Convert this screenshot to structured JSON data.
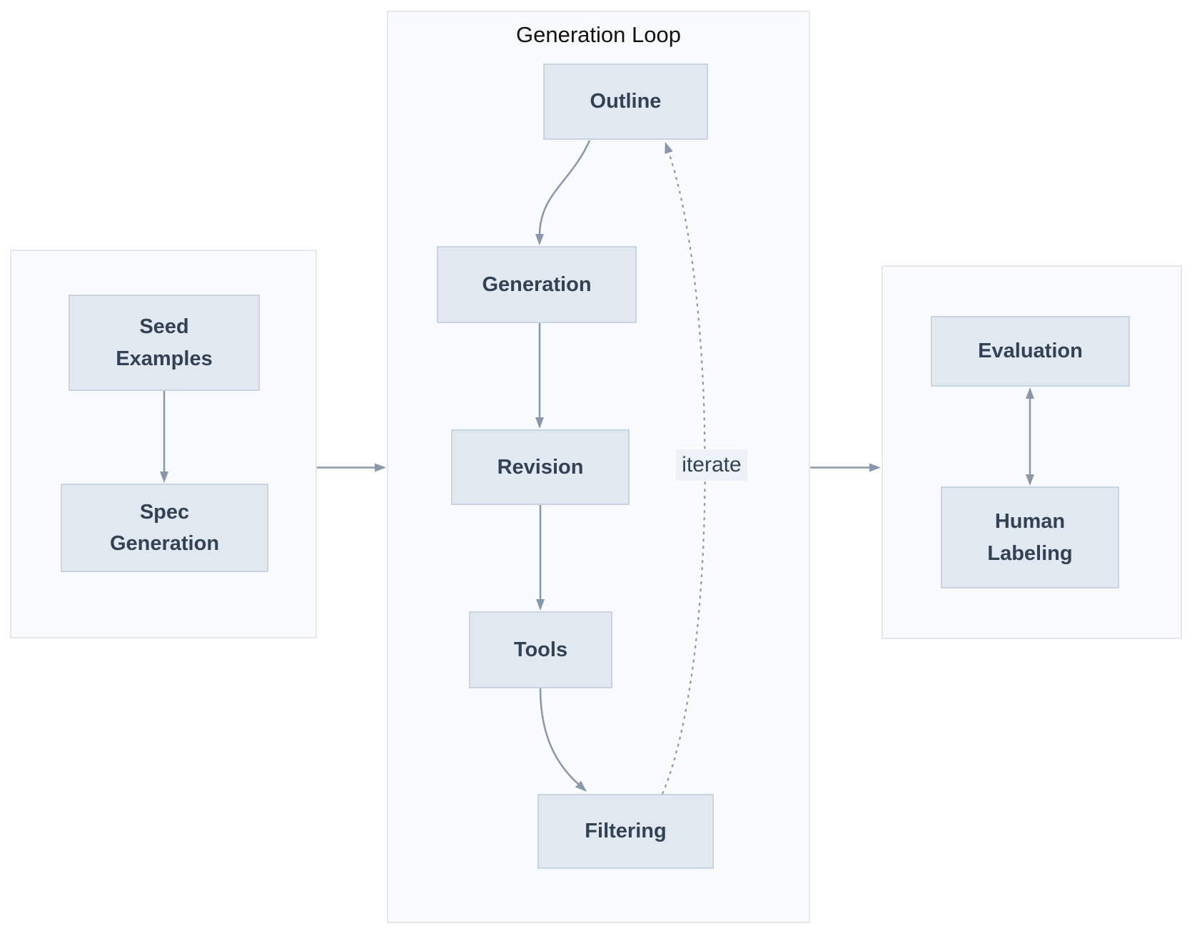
{
  "diagram": {
    "generation_loop_title": "Generation Loop",
    "nodes": {
      "seed_examples": {
        "lines": [
          "Seed",
          "Examples"
        ]
      },
      "spec_generation": {
        "lines": [
          "Spec",
          "Generation"
        ]
      },
      "outline": {
        "lines": [
          "Outline"
        ]
      },
      "generation": {
        "lines": [
          "Generation"
        ]
      },
      "revision": {
        "lines": [
          "Revision"
        ]
      },
      "tools": {
        "lines": [
          "Tools"
        ]
      },
      "filtering": {
        "lines": [
          "Filtering"
        ]
      },
      "evaluation": {
        "lines": [
          "Evaluation"
        ]
      },
      "human_labeling": {
        "lines": [
          "Human",
          "Labeling"
        ]
      }
    },
    "edges": {
      "iterate_label": "iterate",
      "connections": [
        {
          "from": "seed_examples",
          "to": "spec_generation",
          "style": "solid"
        },
        {
          "from": "seed-spec-panel",
          "to": "generation-loop-panel",
          "style": "solid"
        },
        {
          "from": "outline",
          "to": "generation",
          "style": "solid"
        },
        {
          "from": "generation",
          "to": "revision",
          "style": "solid"
        },
        {
          "from": "revision",
          "to": "tools",
          "style": "solid"
        },
        {
          "from": "tools",
          "to": "filtering",
          "style": "solid"
        },
        {
          "from": "filtering",
          "to": "outline",
          "style": "dashed",
          "label": "iterate"
        },
        {
          "from": "generation-loop-panel",
          "to": "evaluation-panel",
          "style": "solid"
        },
        {
          "from": "evaluation",
          "to": "human_labeling",
          "style": "bidirectional"
        }
      ]
    },
    "colors": {
      "node_fill": "#e2e8f0",
      "node_border": "#c9d4e2",
      "node_text": "#334155",
      "panel_fill": "#f8fafc",
      "panel_border": "#e5e7ec",
      "arrow": "#8997ab",
      "title_text": "#111111",
      "edge_label_bg": "#edf2f9"
    }
  }
}
